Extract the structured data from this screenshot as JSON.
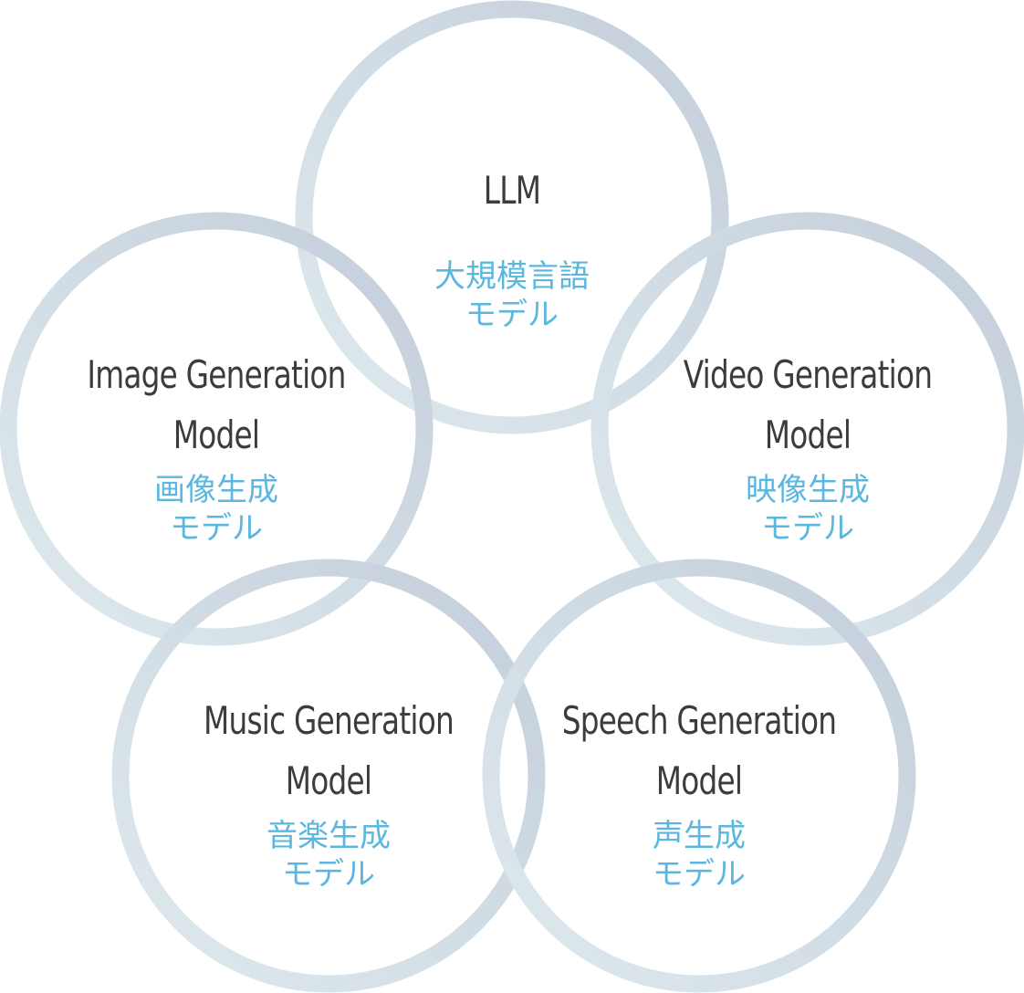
{
  "colors": {
    "ring_light": "#dde8ec",
    "ring_dark": "#c3cfda",
    "english_text": "#3a3c40",
    "japanese_text": "#5bb7df"
  },
  "nodes": {
    "llm": {
      "title_line1": "LLM",
      "subtitle_line1": "大規模言語",
      "subtitle_line2": "モデル"
    },
    "image": {
      "title_line1": "Image Generation",
      "title_line2": "Model",
      "subtitle_line1": "画像生成",
      "subtitle_line2": "モデル"
    },
    "video": {
      "title_line1": "Video Generation",
      "title_line2": "Model",
      "subtitle_line1": "映像生成",
      "subtitle_line2": "モデル"
    },
    "music": {
      "title_line1": "Music Generation",
      "title_line2": "Model",
      "subtitle_line1": "音楽生成",
      "subtitle_line2": "モデル"
    },
    "speech": {
      "title_line1": "Speech Generation",
      "title_line2": "Model",
      "subtitle_line1": "声生成",
      "subtitle_line2": "モデル"
    }
  }
}
